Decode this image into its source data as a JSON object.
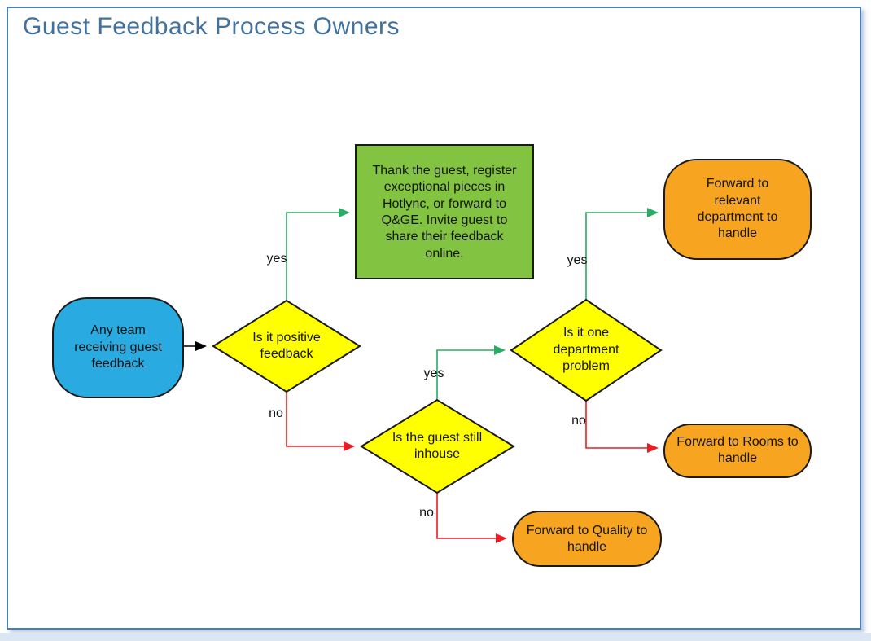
{
  "title": "Guest Feedback Process Owners",
  "colors": {
    "title_text": "#41719C",
    "slide_border": "#4A7EB5",
    "page_strip": "#DCE6F2",
    "start_fill": "#29ABE2",
    "decision_fill": "#FFFF00",
    "process_fill": "#82C341",
    "terminal_fill": "#F7A521",
    "yes_arrow": "#29AC63",
    "no_arrow": "#EC1C24",
    "neutral_arrow": "#000000",
    "shape_border": "#1A1A1A"
  },
  "flowchart": {
    "start": {
      "id": "any-team",
      "label": "Any team receiving guest feedback"
    },
    "process": {
      "id": "thank-guest",
      "label": "Thank the guest, register exceptional pieces in Hotlync, or forward to Q&GE. Invite guest to share their feedback online."
    },
    "decisions": [
      {
        "id": "is-positive",
        "label": "Is it positive feedback"
      },
      {
        "id": "is-inhouse",
        "label": "Is the guest still inhouse"
      },
      {
        "id": "is-one-dept",
        "label": "Is it one department problem"
      }
    ],
    "terminals": [
      {
        "id": "forward-relevant",
        "label": "Forward to relevant department to handle"
      },
      {
        "id": "forward-rooms",
        "label": "Forward to Rooms to handle"
      },
      {
        "id": "forward-quality",
        "label": "Forward to Quality to handle"
      }
    ],
    "edges": [
      {
        "from": "any-team",
        "to": "is-positive",
        "label": ""
      },
      {
        "from": "is-positive",
        "to": "thank-guest",
        "label": "yes"
      },
      {
        "from": "is-positive",
        "to": "is-inhouse",
        "label": "no"
      },
      {
        "from": "is-inhouse",
        "to": "is-one-dept",
        "label": "yes"
      },
      {
        "from": "is-inhouse",
        "to": "forward-quality",
        "label": "no"
      },
      {
        "from": "is-one-dept",
        "to": "forward-relevant",
        "label": "yes"
      },
      {
        "from": "is-one-dept",
        "to": "forward-rooms",
        "label": "no"
      }
    ]
  }
}
